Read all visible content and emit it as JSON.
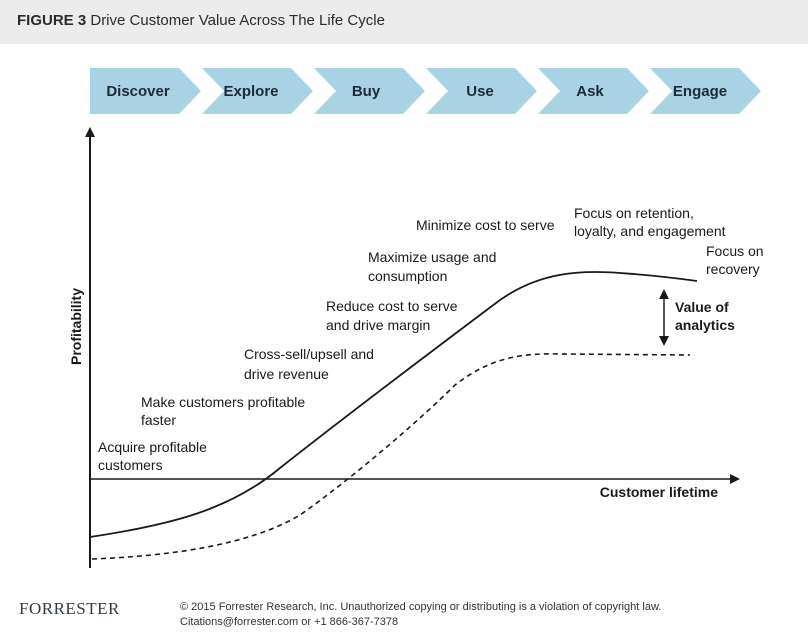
{
  "header": {
    "figure_number": "FIGURE 3",
    "title": "Drive Customer Value Across The Life Cycle"
  },
  "stages": [
    "Discover",
    "Explore",
    "Buy",
    "Use",
    "Ask",
    "Engage"
  ],
  "axes": {
    "y_label": "Profitability",
    "x_label": "Customer lifetime"
  },
  "annotations": {
    "acquire": [
      "Acquire profitable",
      "customers"
    ],
    "make_profitable": [
      "Make customers profitable",
      "faster"
    ],
    "cross_sell": [
      "Cross-sell/upsell and",
      "drive revenue"
    ],
    "reduce_cost": [
      "Reduce cost to serve",
      "and drive margin"
    ],
    "maximize_usage": [
      "Maximize usage and",
      "consumption"
    ],
    "minimize_cost": [
      "Minimize cost to serve"
    ],
    "focus_retention": [
      "Focus on retention,",
      "loyalty, and engagement"
    ],
    "focus_recovery": [
      "Focus on",
      "recovery"
    ],
    "value_of_analytics": [
      "Value of",
      "analytics"
    ]
  },
  "footer": {
    "logo": "FORRESTER",
    "copyright": "© 2015 Forrester Research, Inc. Unauthorized copying or distributing is a violation of copyright law.",
    "contact": "Citations@forrester.com or +1 866-367-7378"
  },
  "colors": {
    "chevron_fill": "#a9d2e4",
    "header_bg": "#ececec",
    "line": "#1a1a1a"
  }
}
